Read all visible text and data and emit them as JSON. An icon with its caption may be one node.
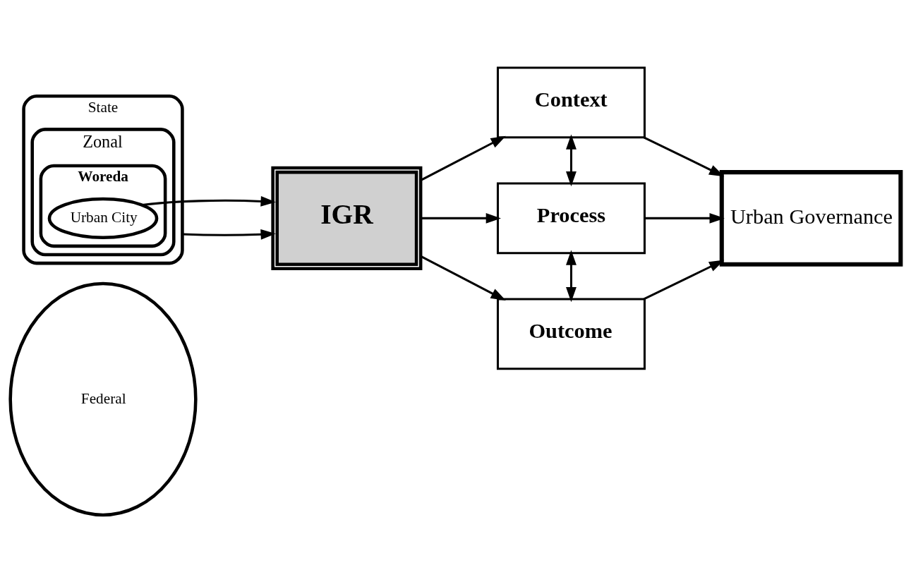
{
  "diagram": {
    "nodes": [
      {
        "text": [
          "Federal"
        ]
      },
      {
        "text": [
          "State"
        ]
      },
      {
        "text": [
          "Zonal"
        ],
        "in": 1
      },
      {
        "text": [
          "Woreda"
        ],
        "in": 2
      },
      {
        "text": [
          "Urban City"
        ],
        "in": 3
      },
      {
        "text": [
          "IGR"
        ]
      },
      {
        "text": [
          "Context"
        ]
      },
      {
        "text": [
          "Process"
        ]
      },
      {
        "text": [
          "Outcome"
        ]
      },
      {
        "text": [
          "Urban Governance"
        ]
      }
    ],
    "edges": [
      {
        "from": 1,
        "to": 5,
        "arrow": "to"
      },
      {
        "from": 4,
        "to": 5,
        "arrow": "to"
      },
      {
        "from": 5,
        "to": 6,
        "arrow": "to"
      },
      {
        "from": 5,
        "to": 7,
        "arrow": "to"
      },
      {
        "from": 5,
        "to": 8,
        "arrow": "to"
      },
      {
        "from": 6,
        "to": 7,
        "arrow": "both"
      },
      {
        "from": 7,
        "to": 8,
        "arrow": "both"
      },
      {
        "from": 6,
        "to": 9,
        "arrow": "to"
      },
      {
        "from": 7,
        "to": 9,
        "arrow": "to"
      },
      {
        "from": 8,
        "to": 9,
        "arrow": "to"
      }
    ]
  }
}
